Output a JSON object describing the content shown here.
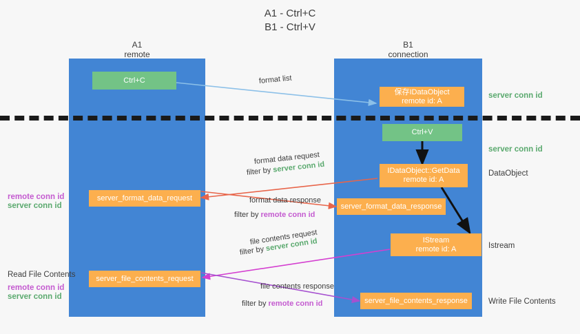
{
  "title": {
    "line1": "A1 - Ctrl+C",
    "line2": "B1 - Ctrl+V"
  },
  "lanes": [
    {
      "name": "A1",
      "sub": "remote"
    },
    {
      "name": "B1",
      "sub": "connection"
    }
  ],
  "boxes": {
    "ctrl_c": "Ctrl+C",
    "ctrl_v": "Ctrl+V",
    "save_idataobject_l1": "保存IDataObject",
    "save_idataobject_l2": "remote id: A",
    "getdata_l1": "IDataObject::GetData",
    "getdata_l2": "remote id: A",
    "istream_l1": "IStream",
    "istream_l2": "remote id: A",
    "server_format_data_request": "server_format_data_request",
    "server_format_data_response": "server_format_data_response",
    "server_file_contents_request": "server_file_contents_request",
    "server_file_contents_response": "server_file_contents_response"
  },
  "right_labels": {
    "server_conn_id_1": "server conn id",
    "server_conn_id_2": "server conn id",
    "dataobject": "DataObject",
    "istream": "Istream",
    "write_file_contents": "Write File Contents"
  },
  "left_labels": {
    "remote_conn_id_1": "remote conn id",
    "server_conn_id_1": "server conn id",
    "read_file_contents": "Read File Contents",
    "remote_conn_id_2": "remote conn id",
    "server_conn_id_2": "server conn id"
  },
  "annotations": {
    "format_list": "format list",
    "format_data_request": "format data request",
    "filter_by": "filter by ",
    "filter_server_conn_id": "server conn id",
    "format_data_response": "format data response",
    "filter_remote_conn_id": "remote conn id",
    "file_contents_request": "file contents request",
    "file_contents_response": "file contents response"
  },
  "colors": {
    "lane": "#4285d4",
    "green_box": "#73c386",
    "orange_box": "#fcaf4e",
    "green_text": "#5aa96e",
    "purple_text": "#c45bd0",
    "arrow_blue": "#8cc0e8",
    "arrow_black": "#111111",
    "arrow_red": "#e8654a",
    "arrow_magenta": "#d43fd0",
    "arrow_purple": "#a651d0",
    "dashed_line": "#1a1a1a",
    "background": "#f7f7f7"
  }
}
